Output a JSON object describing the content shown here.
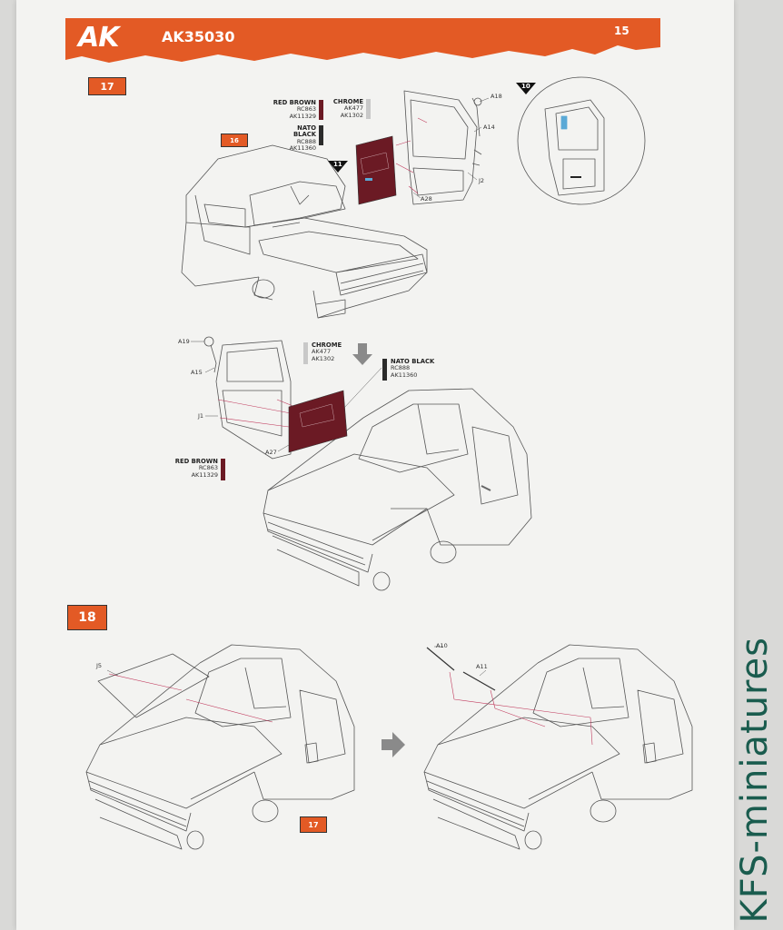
{
  "header": {
    "brand": "AK",
    "code": "AK35030",
    "page": "15"
  },
  "steps": {
    "s17": "17",
    "s16": "16",
    "s18": "18",
    "s17ref": "17",
    "ref10": "10",
    "ref11": "11"
  },
  "paints": {
    "red_brown": {
      "name": "RED BROWN",
      "rc": "RC863",
      "ak": "AK11329"
    },
    "chrome": {
      "name": "CHROME",
      "ak1": "AK477",
      "ak2": "AK1302"
    },
    "nato_black": {
      "name": "NATO BLACK",
      "rc": "RC888",
      "ak": "AK11360"
    }
  },
  "parts": {
    "a18": "A18",
    "a14": "A14",
    "j2": "J2",
    "a28": "A28",
    "a19": "A19",
    "a15": "A15",
    "j1": "J1",
    "a27": "A27",
    "j5": "J5",
    "a10": "A10",
    "a11": "A11"
  },
  "colors": {
    "accent": "#e35a25",
    "red_brown": "#6b1a24",
    "nato_black": "#2b2b2b",
    "chrome": "#c8c8c8",
    "watermark": "#1a5c4e"
  },
  "watermark": "KFS-miniatures"
}
